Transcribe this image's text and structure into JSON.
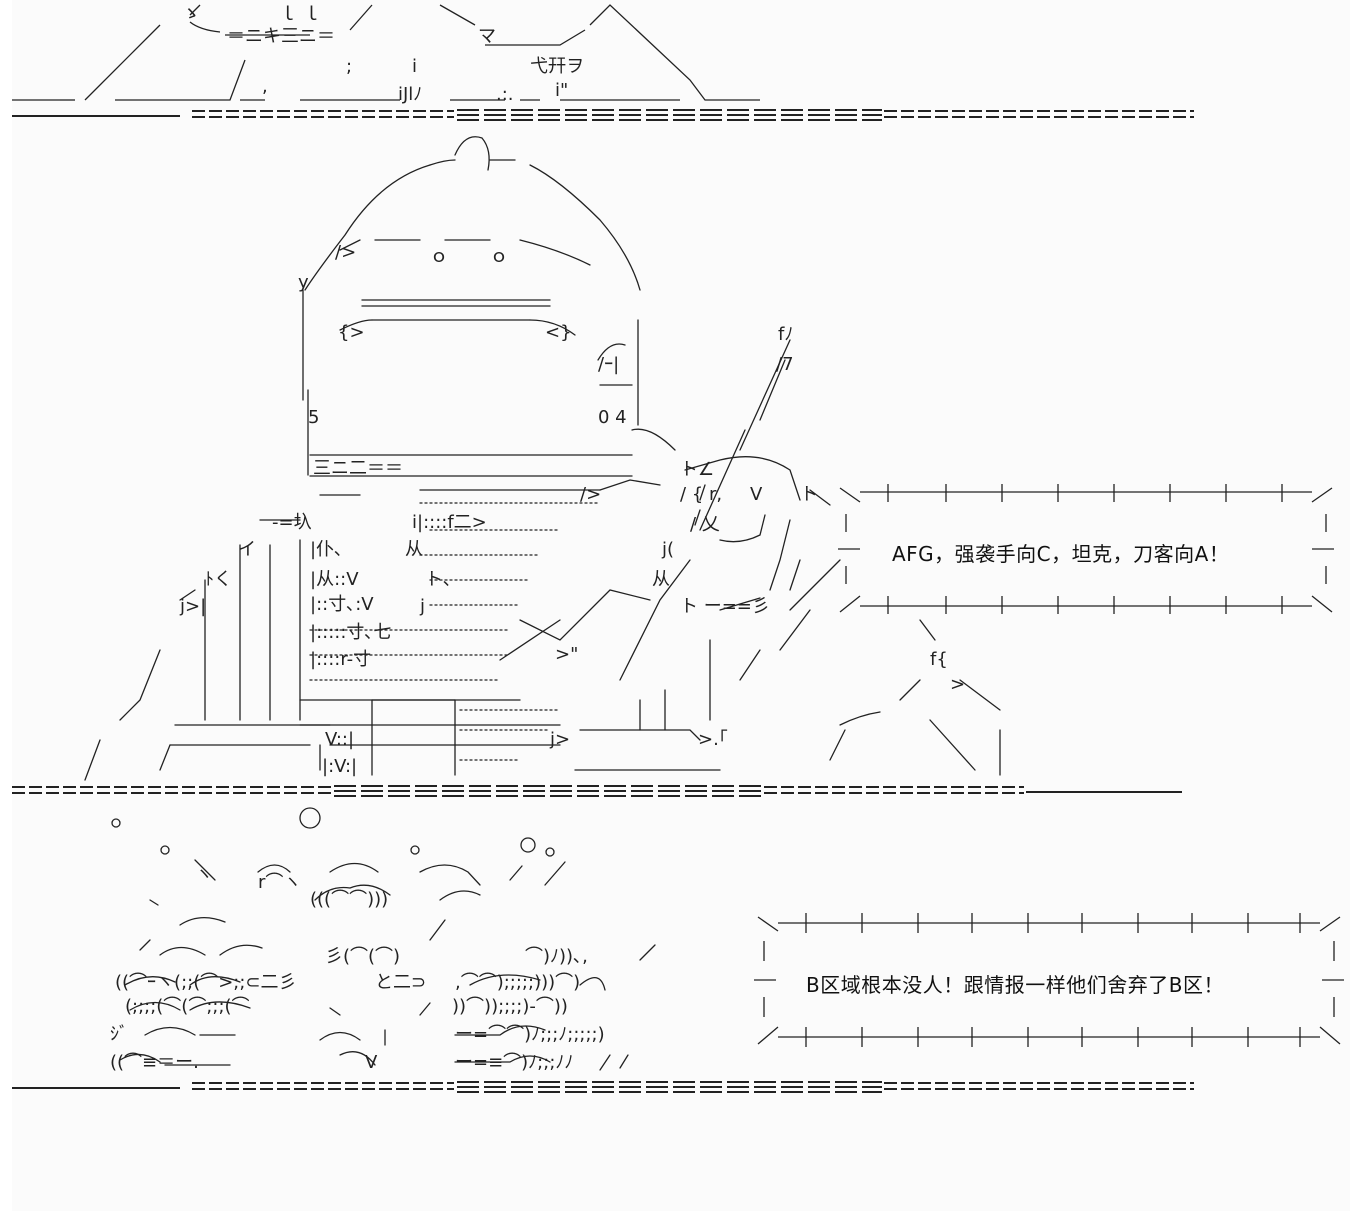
{
  "dialogues": [
    {
      "id": "afg",
      "text": "AFG，强袭手向C，坦克，刀客向A！"
    },
    {
      "id": "b-zone",
      "text": "B区域根本没人！跟情报一样他们舍弃了B区！"
    }
  ],
  "art_labels": {
    "helmet_number_left": "5",
    "helmet_number_right": "0 4",
    "sign_glyphs": "弋幵ヲ",
    "stripe_text": "三ニ二＝＝"
  },
  "colors": {
    "ink": "#111111",
    "background": "#fbfbfb"
  }
}
